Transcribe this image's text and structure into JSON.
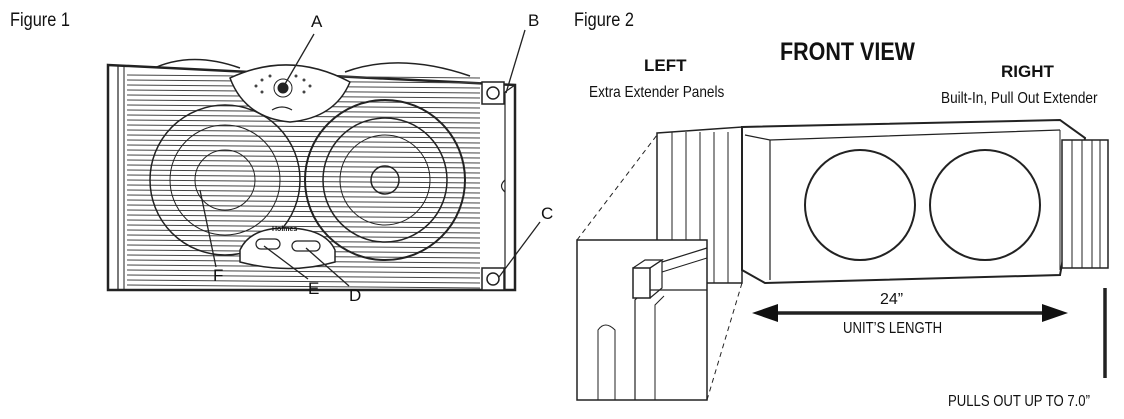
{
  "figure1": {
    "title": "Figure 1",
    "callouts": {
      "a": "A",
      "b": "B",
      "c": "C",
      "d": "D",
      "e": "E",
      "f": "F"
    },
    "brand": "Holmes"
  },
  "figure2": {
    "title": "Figure 2",
    "view_title": "FRONT VIEW",
    "left_heading": "LEFT",
    "left_sub": "Extra Extender Panels",
    "right_heading": "RIGHT",
    "right_sub": "Built-In, Pull Out Extender",
    "length_value": "24”",
    "length_label": "UNIT’S LENGTH",
    "pull_note": "PULLS OUT UP TO 7.0”"
  }
}
